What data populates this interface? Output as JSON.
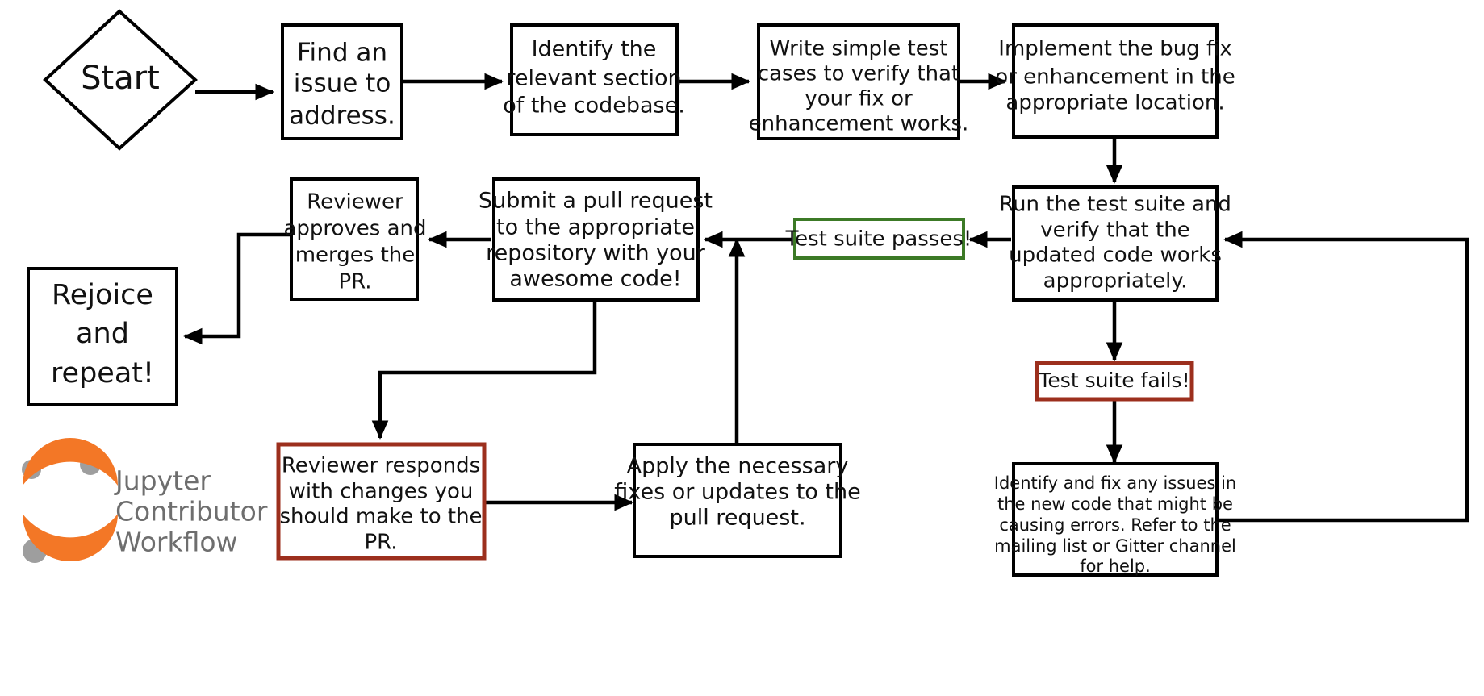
{
  "diagram": {
    "title": "Jupyter Contributor Workflow",
    "type": "flowchart",
    "colors": {
      "default_border": "#000000",
      "success_border": "#3c7a26",
      "failure_border": "#9c2f1d",
      "background": "#ffffff",
      "text": "#111111",
      "logo_orange": "#f37726",
      "logo_gray": "#9e9e9e",
      "logo_text_gray": "#6e6e6e"
    },
    "nodes": [
      {
        "id": "start",
        "shape": "diamond",
        "border": "black",
        "lines": [
          "Start"
        ]
      },
      {
        "id": "find-issue",
        "shape": "rect",
        "border": "black",
        "lines": [
          "Find an",
          "issue to",
          "address."
        ]
      },
      {
        "id": "identify-section",
        "shape": "rect",
        "border": "black",
        "lines": [
          "Identify the",
          "relevant section",
          "of the codebase."
        ]
      },
      {
        "id": "write-tests",
        "shape": "rect",
        "border": "black",
        "lines": [
          "Write simple test",
          "cases to verify that",
          "your fix or",
          "enhancement works."
        ]
      },
      {
        "id": "implement-fix",
        "shape": "rect",
        "border": "black",
        "lines": [
          "Implement the bug fix",
          "or enhancement in the",
          "appropriate location."
        ]
      },
      {
        "id": "run-tests",
        "shape": "rect",
        "border": "black",
        "lines": [
          "Run the test suite and",
          "verify that the",
          "updated code works",
          "appropriately."
        ]
      },
      {
        "id": "test-passes",
        "shape": "rect",
        "border": "green",
        "lines": [
          "Test suite passes!"
        ]
      },
      {
        "id": "test-fails",
        "shape": "rect",
        "border": "red",
        "lines": [
          "Test suite fails!"
        ]
      },
      {
        "id": "identify-errors",
        "shape": "rect",
        "border": "black",
        "lines": [
          "Identify and fix any issues in",
          "the new code that might be",
          "causing errors. Refer to the",
          "mailing list or Gitter channel",
          "for help."
        ]
      },
      {
        "id": "submit-pr",
        "shape": "rect",
        "border": "black",
        "lines": [
          "Submit a pull request",
          "to the appropriate",
          "repository with your",
          "awesome code!"
        ]
      },
      {
        "id": "reviewer-approves",
        "shape": "rect",
        "border": "black",
        "lines": [
          "Reviewer",
          "approves and",
          "merges the",
          "PR."
        ]
      },
      {
        "id": "rejoice",
        "shape": "rect",
        "border": "black",
        "lines": [
          "Rejoice",
          "and",
          "repeat!"
        ]
      },
      {
        "id": "reviewer-responds",
        "shape": "rect",
        "border": "red",
        "lines": [
          "Reviewer responds",
          "with changes you",
          "should make to the",
          "PR."
        ]
      },
      {
        "id": "apply-fixes",
        "shape": "rect",
        "border": "black",
        "lines": [
          "Apply the necessary",
          "fixes or updates to the",
          "pull request."
        ]
      }
    ],
    "edges": [
      {
        "from": "start",
        "to": "find-issue"
      },
      {
        "from": "find-issue",
        "to": "identify-section"
      },
      {
        "from": "identify-section",
        "to": "write-tests"
      },
      {
        "from": "write-tests",
        "to": "implement-fix"
      },
      {
        "from": "implement-fix",
        "to": "run-tests"
      },
      {
        "from": "run-tests",
        "to": "test-passes"
      },
      {
        "from": "test-passes",
        "to": "submit-pr"
      },
      {
        "from": "submit-pr",
        "to": "reviewer-approves"
      },
      {
        "from": "reviewer-approves",
        "to": "rejoice"
      },
      {
        "from": "submit-pr",
        "to": "reviewer-responds"
      },
      {
        "from": "reviewer-responds",
        "to": "apply-fixes"
      },
      {
        "from": "apply-fixes",
        "to": "submit-pr"
      },
      {
        "from": "run-tests",
        "to": "test-fails"
      },
      {
        "from": "test-fails",
        "to": "identify-errors"
      },
      {
        "from": "identify-errors",
        "to": "run-tests"
      }
    ]
  },
  "node_text": {
    "start": {
      "l0": "Start"
    },
    "find_issue": {
      "l0": "Find an",
      "l1": "issue to",
      "l2": "address."
    },
    "identify_section": {
      "l0": "Identify the",
      "l1": "relevant section",
      "l2": "of the codebase."
    },
    "write_tests": {
      "l0": "Write simple test",
      "l1": "cases to verify that",
      "l2": "your fix or",
      "l3": "enhancement works."
    },
    "implement_fix": {
      "l0": "Implement the bug fix",
      "l1": "or enhancement in the",
      "l2": "appropriate location."
    },
    "run_tests": {
      "l0": "Run the test suite and",
      "l1": "verify that the",
      "l2": "updated code works",
      "l3": "appropriately."
    },
    "test_passes": {
      "l0": "Test suite passes!"
    },
    "test_fails": {
      "l0": "Test suite fails!"
    },
    "identify_errors": {
      "l0": "Identify and fix any issues in",
      "l1": "the new code that might be",
      "l2": "causing errors. Refer to the",
      "l3": "mailing list or Gitter channel",
      "l4": "for help."
    },
    "submit_pr": {
      "l0": "Submit a pull request",
      "l1": "to the appropriate",
      "l2": "repository with your",
      "l3": "awesome code!"
    },
    "reviewer_approves": {
      "l0": "Reviewer",
      "l1": "approves and",
      "l2": "merges the",
      "l3": "PR."
    },
    "rejoice": {
      "l0": "Rejoice",
      "l1": "and",
      "l2": "repeat!"
    },
    "reviewer_responds": {
      "l0": "Reviewer responds",
      "l1": "with changes you",
      "l2": "should make to the",
      "l3": "PR."
    },
    "apply_fixes": {
      "l0": "Apply the necessary",
      "l1": "fixes or updates to the",
      "l2": "pull request."
    }
  },
  "logo": {
    "line1": "Jupyter",
    "line2": "Contributor",
    "line3": "Workflow"
  }
}
